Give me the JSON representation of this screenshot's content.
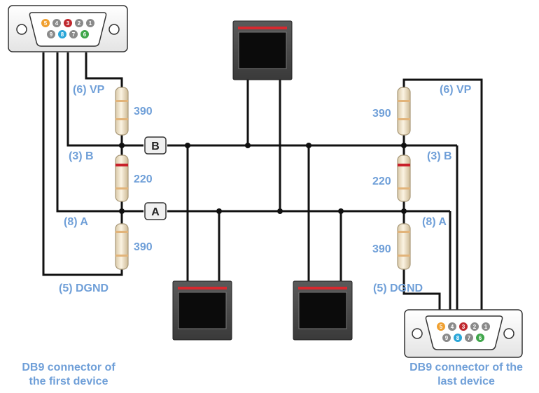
{
  "labels": {
    "left_vp": "(6) VP",
    "left_b": "(3) B",
    "left_a": "(8) A",
    "left_dgnd": "(5) DGND",
    "right_vp": "(6) VP",
    "right_b": "(3) B",
    "right_a": "(8) A",
    "right_dgnd": "(5) DGND"
  },
  "resistors": {
    "left_top": "390",
    "left_mid": "220",
    "left_bottom": "390",
    "right_top": "390",
    "right_mid": "220",
    "right_bottom": "390"
  },
  "bus": {
    "b": "B",
    "a": "A"
  },
  "connectors": {
    "pins_top": [
      "5",
      "4",
      "3",
      "2",
      "1"
    ],
    "pins_bottom": [
      "9",
      "8",
      "7",
      "6"
    ],
    "pin_colors_top": [
      "#f0a030",
      "#8a8a8a",
      "#c0282e",
      "#8a8a8a",
      "#8a8a8a"
    ],
    "pin_colors_bottom": [
      "#8a8a8a",
      "#2aa6d8",
      "#8a8a8a",
      "#3fa64a"
    ]
  },
  "captions": {
    "first_line1": "DB9 connector of",
    "first_line2": "the first device",
    "last_line1": "DB9 connector of the",
    "last_line2": "last device"
  },
  "colors": {
    "label": "#6f9fd8",
    "wire": "#111111",
    "panel_screen": "#0b0b0b",
    "panel_stripe": "#d8282e"
  }
}
